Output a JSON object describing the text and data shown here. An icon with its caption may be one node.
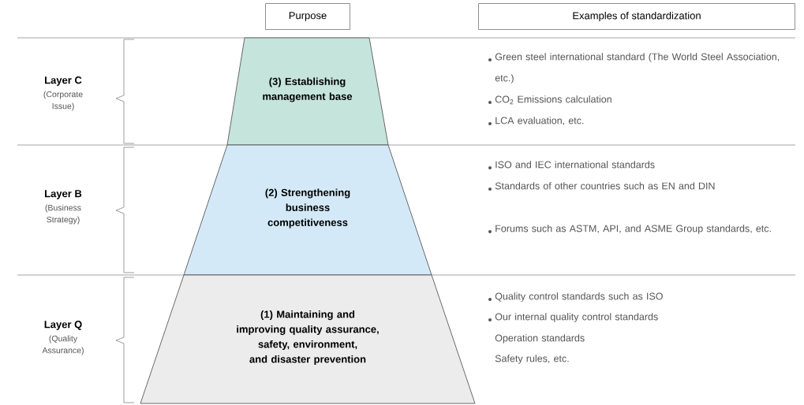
{
  "diagram": {
    "nodes": [
      {
        "text": [
          "Purpose"
        ]
      },
      {
        "text": [
          "Examples of standardization"
        ]
      },
      {
        "text": [
          "(3) Establishing management base"
        ]
      },
      {
        "text": [
          "(2) Strengthening business competitiveness"
        ]
      },
      {
        "text": [
          "(1) Maintaining and improving quality assurance, safety, environment, and disaster prevention"
        ]
      }
    ],
    "labels": [
      "Layer C",
      "(Corporate Issue)",
      "Green steel international standard (The World Steel Association, etc.)",
      "CO$_{2}$ Emissions calculation",
      "LCA evaluation, etc.",
      "Layer B",
      "(Business Strategy)",
      "ISO and IEC international standards",
      "Standards of other countries such as EN and DIN",
      "Forums such as ASTM, API, and ASME Group standards, etc.",
      "Layer Q",
      "(Quality Assurance)",
      "Quality control standards such as ISO",
      "Our internal quality control standards",
      "Operation standards",
      "Safety rules, etc."
    ]
  }
}
